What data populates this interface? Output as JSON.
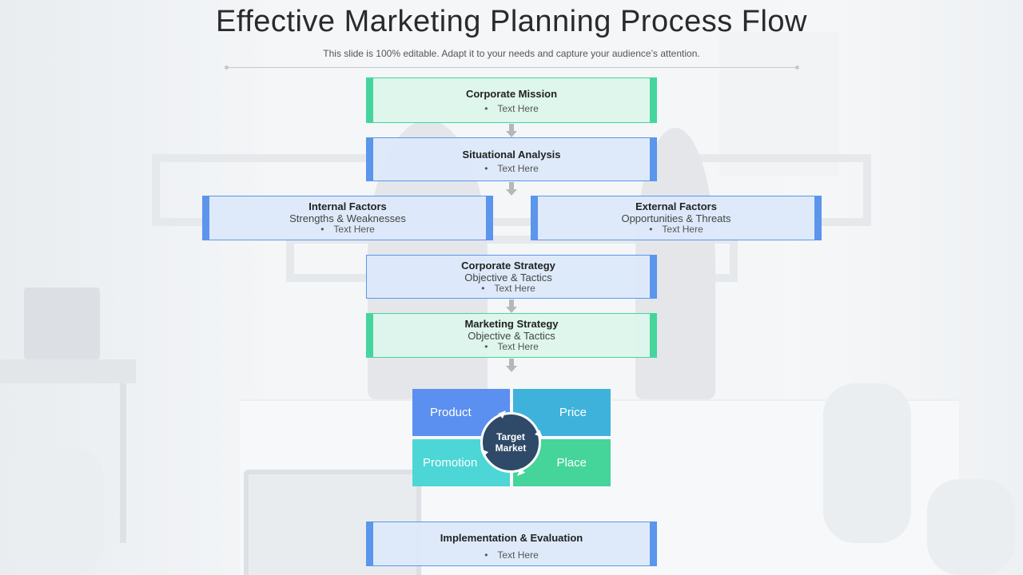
{
  "title": "Effective Marketing Planning Process Flow",
  "subtitle": "This slide is 100% editable. Adapt it to your needs and capture your audience’s attention.",
  "boxes": {
    "corporate_mission": {
      "heading": "Corporate Mission",
      "bullet": "Text Here"
    },
    "situational_analysis": {
      "heading": "Situational Analysis",
      "bullet": "Text Here"
    },
    "internal_factors": {
      "heading": "Internal Factors",
      "sub": "Strengths & Weaknesses",
      "bullet": "Text Here"
    },
    "external_factors": {
      "heading": "External Factors",
      "sub": "Opportunities & Threats",
      "bullet": "Text Here"
    },
    "corporate_strategy": {
      "heading": "Corporate Strategy",
      "sub": "Objective & Tactics",
      "bullet": "Text Here"
    },
    "marketing_strategy": {
      "heading": "Marketing Strategy",
      "sub": "Objective & Tactics",
      "bullet": "Text Here"
    },
    "implementation": {
      "heading": "Implementation & Evaluation",
      "bullet": "Text Here"
    }
  },
  "marketing_mix": {
    "product": "Product",
    "price": "Price",
    "promotion": "Promotion",
    "place": "Place",
    "center_line1": "Target",
    "center_line2": "Market"
  },
  "colors": {
    "green_accent": "#44d59d",
    "blue_accent": "#5b95ec",
    "product": "#5b8ff0",
    "price": "#3fb2dc",
    "promotion": "#4dd6d6",
    "place": "#45d49a",
    "hub": "#2f4a68"
  }
}
